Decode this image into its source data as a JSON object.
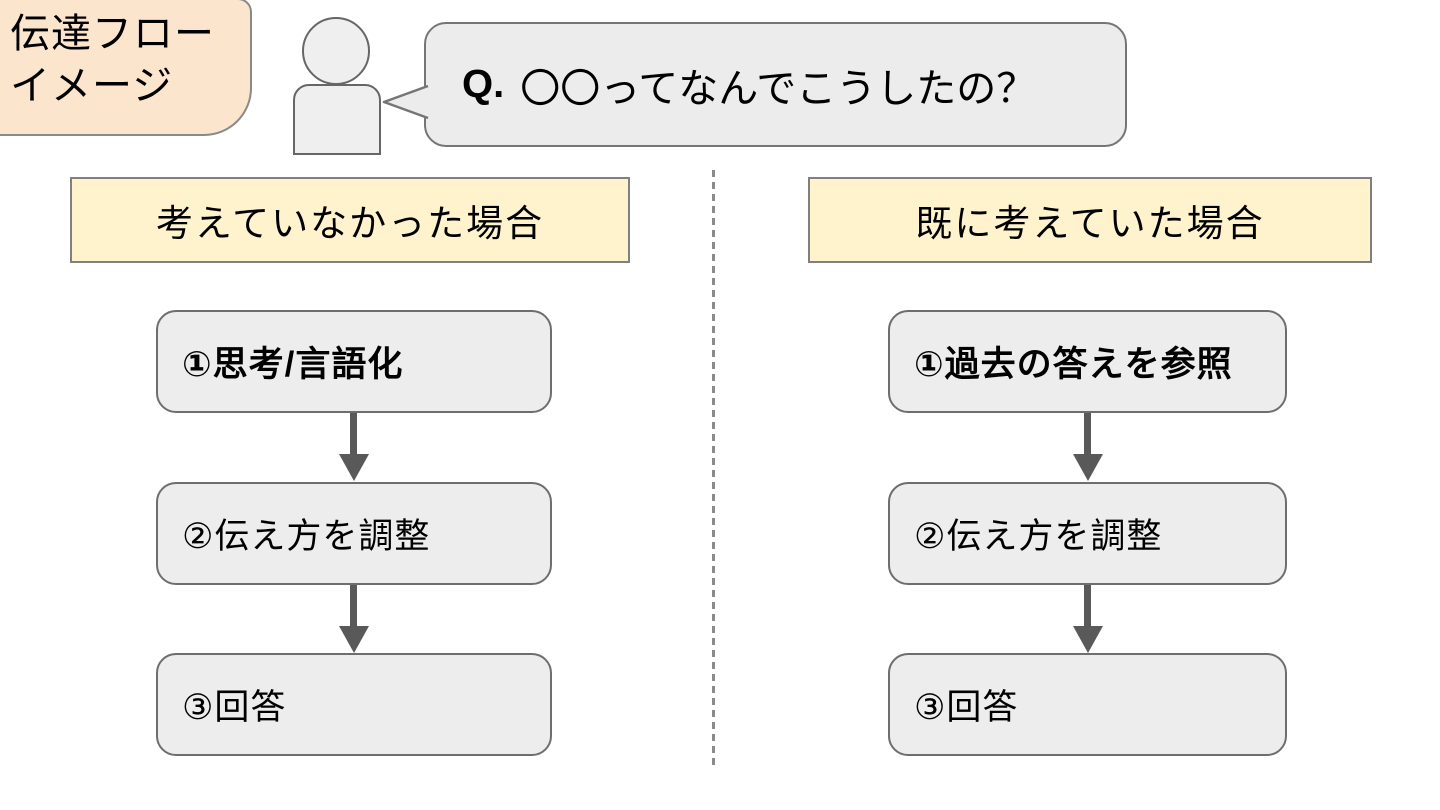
{
  "corner_label": {
    "line1": "伝達フロー",
    "line2": "イメージ"
  },
  "question": {
    "prefix": "Q.",
    "text": "〇〇ってなんでこうしたの？"
  },
  "columns": [
    {
      "header": "考えていなかった場合",
      "steps": [
        {
          "label": "①思考/言語化"
        },
        {
          "label": "②伝え方を調整"
        },
        {
          "label": "③回答"
        }
      ]
    },
    {
      "header": "既に考えていた場合",
      "steps": [
        {
          "label": "①過去の答えを参照"
        },
        {
          "label": "②伝え方を調整"
        },
        {
          "label": "③回答"
        }
      ]
    }
  ],
  "colors": {
    "corner_label_bg": "#FBE5CD",
    "case_header_bg": "#FEF3CD",
    "flow_box_bg": "#EDEDED",
    "bubble_bg": "#ECECEC",
    "border_gray": "#808080",
    "arrow_gray": "#595959"
  }
}
